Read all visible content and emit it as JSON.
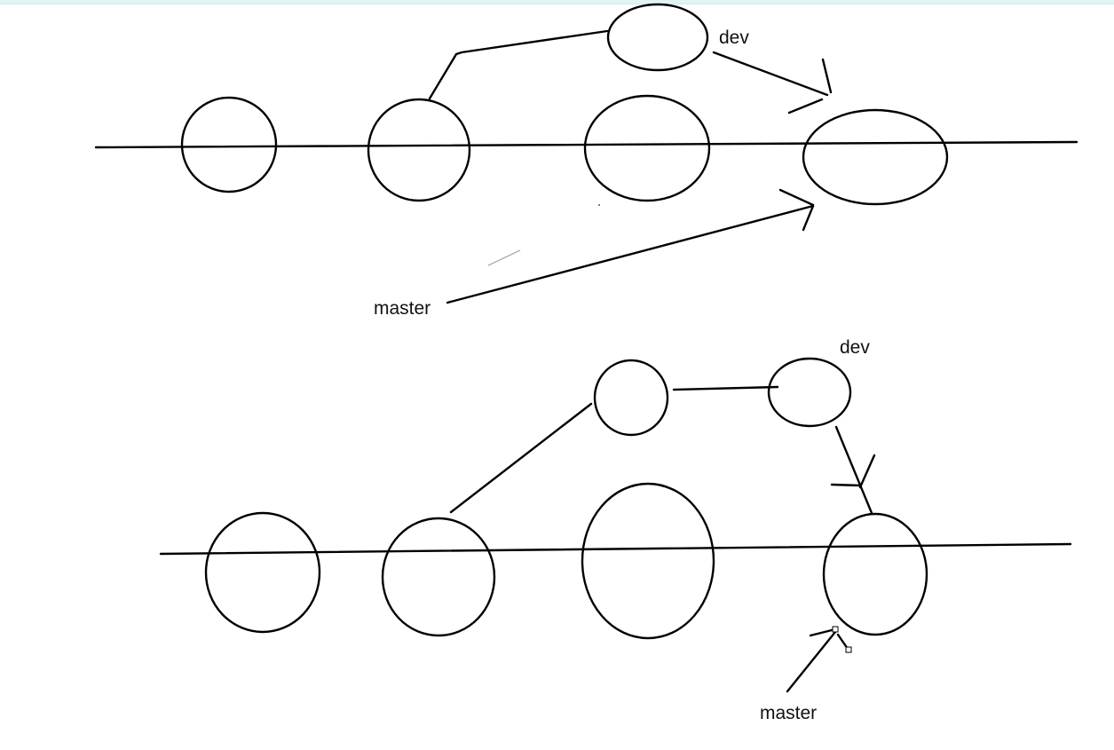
{
  "diagram": {
    "top": {
      "branch_label": "dev",
      "main_label": "master"
    },
    "bottom": {
      "branch_label": "dev",
      "main_label": "master"
    }
  },
  "colors": {
    "ink": "#000000",
    "background": "#ffffff",
    "top_strip": "#dff4f4"
  }
}
